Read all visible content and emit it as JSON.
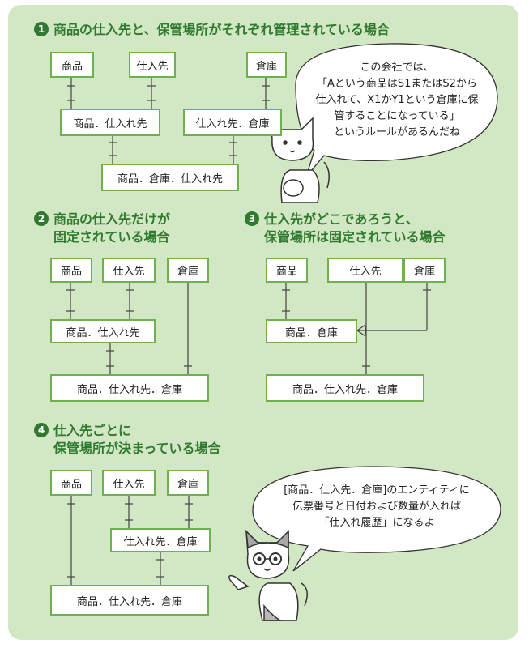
{
  "sections": [
    {
      "number": "1",
      "title": "商品の仕入先と、保管場所がそれぞれ管理されている場合",
      "entities": [
        "商品",
        "仕入先",
        "倉庫",
        "商品．仕入れ先",
        "仕入れ先．倉庫",
        "商品．倉庫．仕入れ先"
      ]
    },
    {
      "number": "2",
      "title": [
        "商品の仕入先だけが",
        "固定されている場合"
      ],
      "entities": [
        "商品",
        "仕入先",
        "倉庫",
        "商品．仕入れ先",
        "商品．仕入れ先．倉庫"
      ]
    },
    {
      "number": "3",
      "title": [
        "仕入先がどこであろうと、",
        "保管場所は固定されている場合"
      ],
      "entities": [
        "商品",
        "仕入先",
        "倉庫",
        "商品．倉庫",
        "商品．仕入れ先．倉庫"
      ]
    },
    {
      "number": "4",
      "title": [
        "仕入先ごとに",
        "保管場所が決まっている場合"
      ],
      "entities": [
        "商品",
        "仕入先",
        "倉庫",
        "仕入れ先．倉庫",
        "商品．仕入れ先．倉庫"
      ]
    }
  ],
  "bubbles": [
    [
      "この会社では、",
      "「Aという商品はS1またはS2から",
      "仕入れて、X1かY1という倉庫に保",
      "管することになっている」",
      "というルールがあるんだね"
    ],
    [
      "[商品．仕入先．倉庫]のエンティティに",
      "伝票番号と日付および数量が入れば",
      "「仕入れ履歴」になるよ"
    ]
  ]
}
